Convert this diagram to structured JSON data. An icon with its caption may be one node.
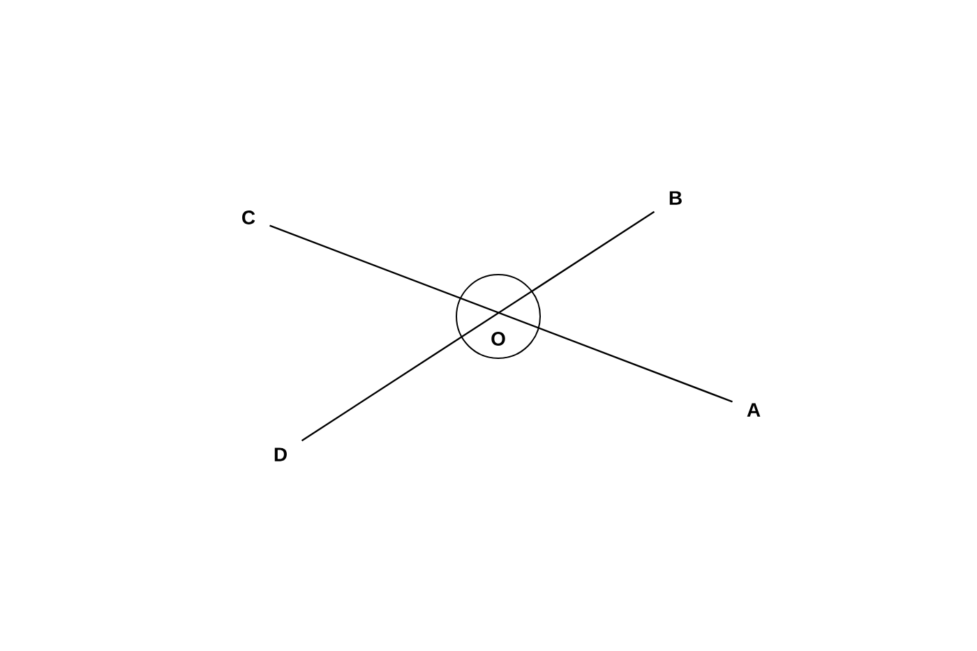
{
  "diagram": {
    "nodes": [
      {
        "text": [
          "C"
        ]
      },
      {
        "text": [
          "B"
        ]
      },
      {
        "text": [
          "O"
        ]
      },
      {
        "text": [
          "D"
        ]
      },
      {
        "text": [
          "A"
        ]
      }
    ],
    "edges": [
      {
        "from": 0,
        "to": 4,
        "arrow": "none"
      },
      {
        "from": 3,
        "to": 1,
        "arrow": "none"
      }
    ]
  }
}
